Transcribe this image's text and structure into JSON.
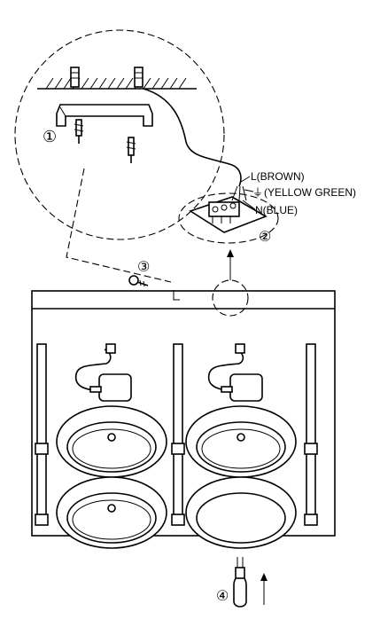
{
  "labels": {
    "step1": "①",
    "step2": "②",
    "step3": "③",
    "step4": "④",
    "wire_live": "L(BROWN)",
    "wire_earth_symbol": "⏚",
    "wire_earth": "(YELLOW GREEN)",
    "wire_neutral": "N(BLUE)"
  }
}
